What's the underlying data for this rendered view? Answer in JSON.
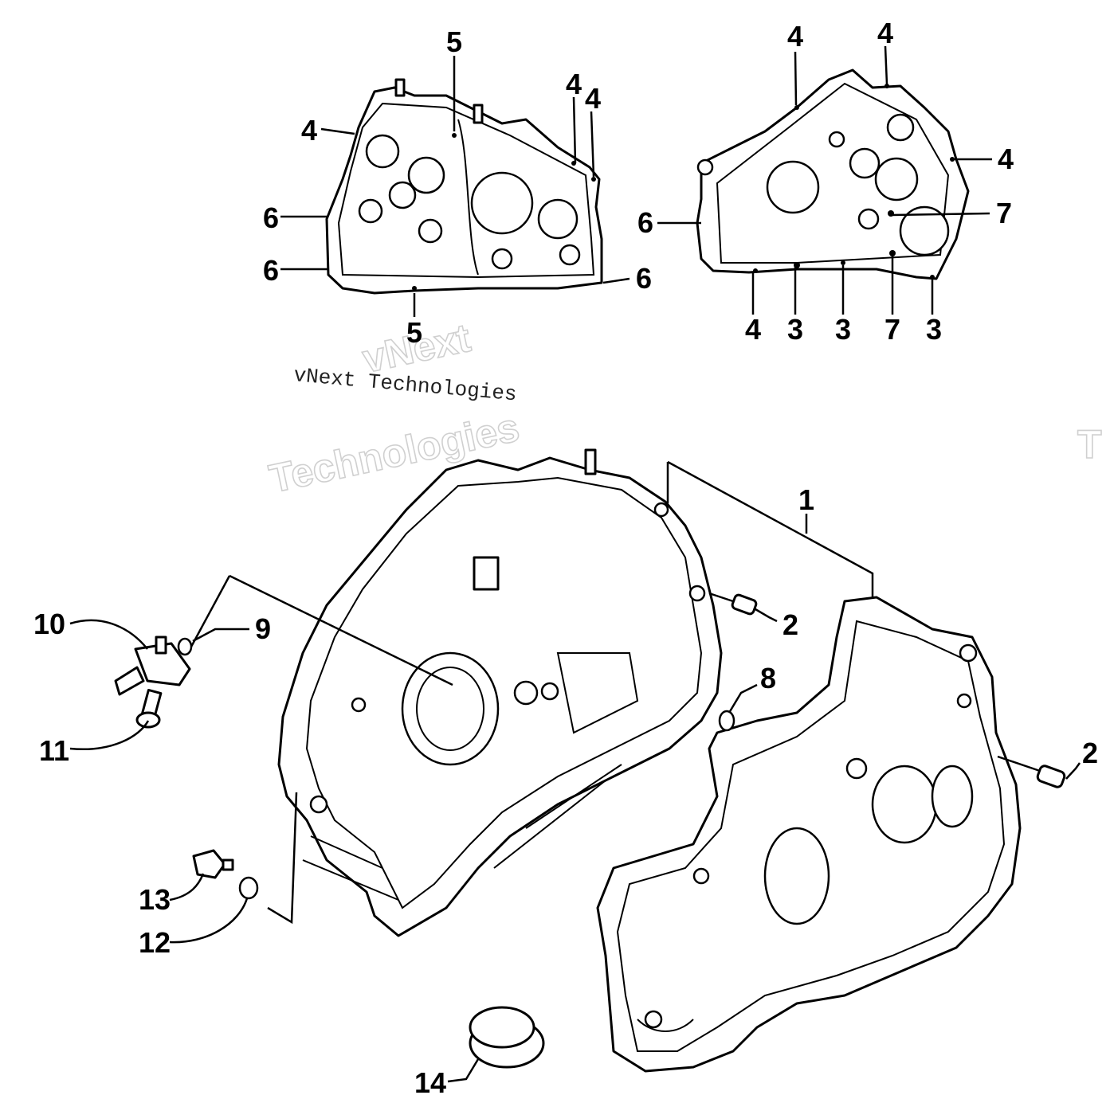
{
  "callouts": {
    "c1": "1",
    "c2a": "2",
    "c2b": "2",
    "c3a": "3",
    "c3b": "3",
    "c3c": "3",
    "c4a": "4",
    "c4b": "4",
    "c4c": "4",
    "c4d": "4",
    "c4e": "4",
    "c4f": "4",
    "c4g": "4",
    "c5a": "5",
    "c5b": "5",
    "c6a": "6",
    "c6b": "6",
    "c6c": "6",
    "c6d": "6",
    "c7a": "7",
    "c7b": "7",
    "c8": "8",
    "c9": "9",
    "c10": "10",
    "c11": "11",
    "c12": "12",
    "c13": "13",
    "c14": "14"
  },
  "watermark": {
    "small": "vNext Technologies",
    "big_line1": "vNext",
    "big_line2": "Technologies",
    "edge": "T"
  },
  "colors": {
    "ink": "#000000",
    "paper": "#ffffff",
    "watermark_outline": "#d0d0d0"
  }
}
